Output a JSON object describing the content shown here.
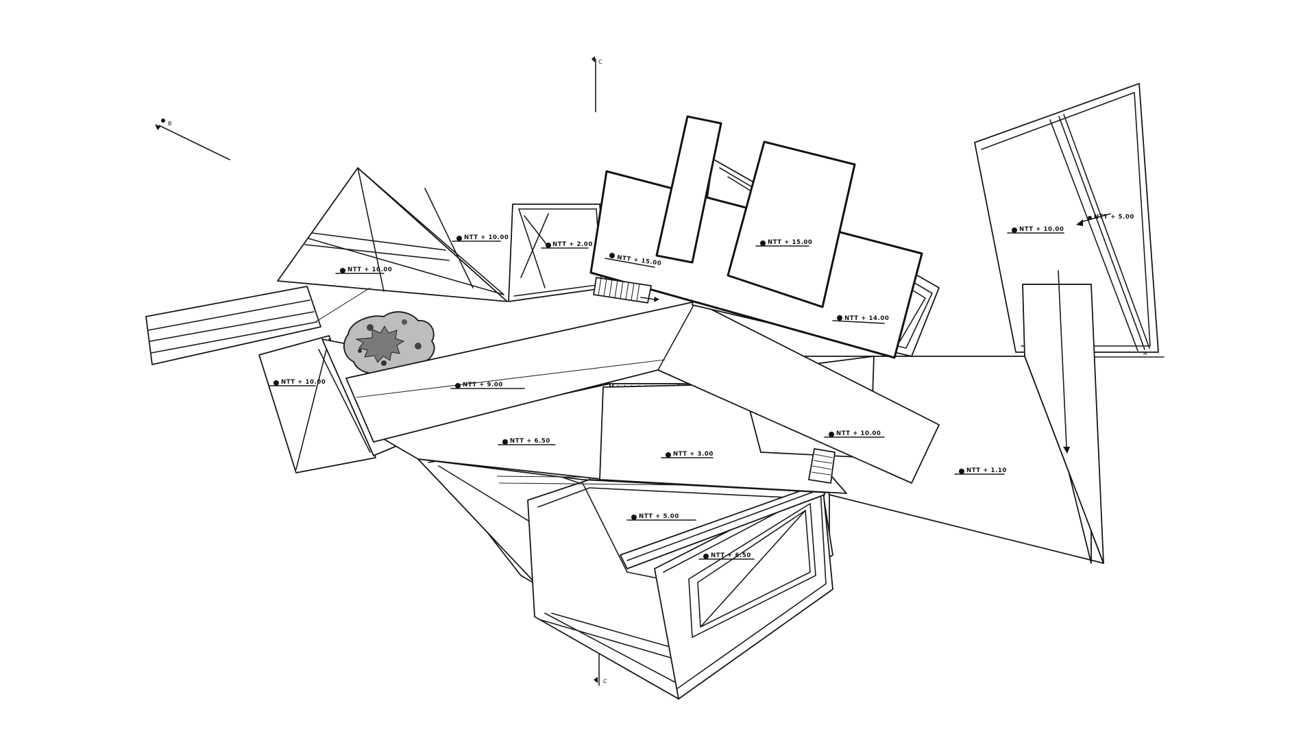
{
  "drawing": {
    "section_marks": [
      "C",
      "C",
      "A",
      "B"
    ],
    "levels": [
      {
        "id": "lvl-1",
        "text": "NTT + 10.00"
      },
      {
        "id": "lvl-2",
        "text": "NTT + 10.00"
      },
      {
        "id": "lvl-3",
        "text": "NTT + 2.00"
      },
      {
        "id": "lvl-4",
        "text": "NTT + 15.00"
      },
      {
        "id": "lvl-5",
        "text": "NTT + 15.00"
      },
      {
        "id": "lvl-6",
        "text": "NTT + 14.00"
      },
      {
        "id": "lvl-7",
        "text": "NTT + 10.00"
      },
      {
        "id": "lvl-8",
        "text": "NTT + 9.00"
      },
      {
        "id": "lvl-9",
        "text": "NTT + 6.50"
      },
      {
        "id": "lvl-10",
        "text": "NTT + 3.00"
      },
      {
        "id": "lvl-11",
        "text": "NTT + 10.00"
      },
      {
        "id": "lvl-12",
        "text": "NTT + 1.10"
      },
      {
        "id": "lvl-13",
        "text": "NTT + 5.00"
      },
      {
        "id": "lvl-14",
        "text": "NTT + 6.50"
      },
      {
        "id": "lvl-15",
        "text": "NTT + 10.00"
      },
      {
        "id": "lvl-16",
        "text": "NTT + 5.00"
      }
    ]
  }
}
